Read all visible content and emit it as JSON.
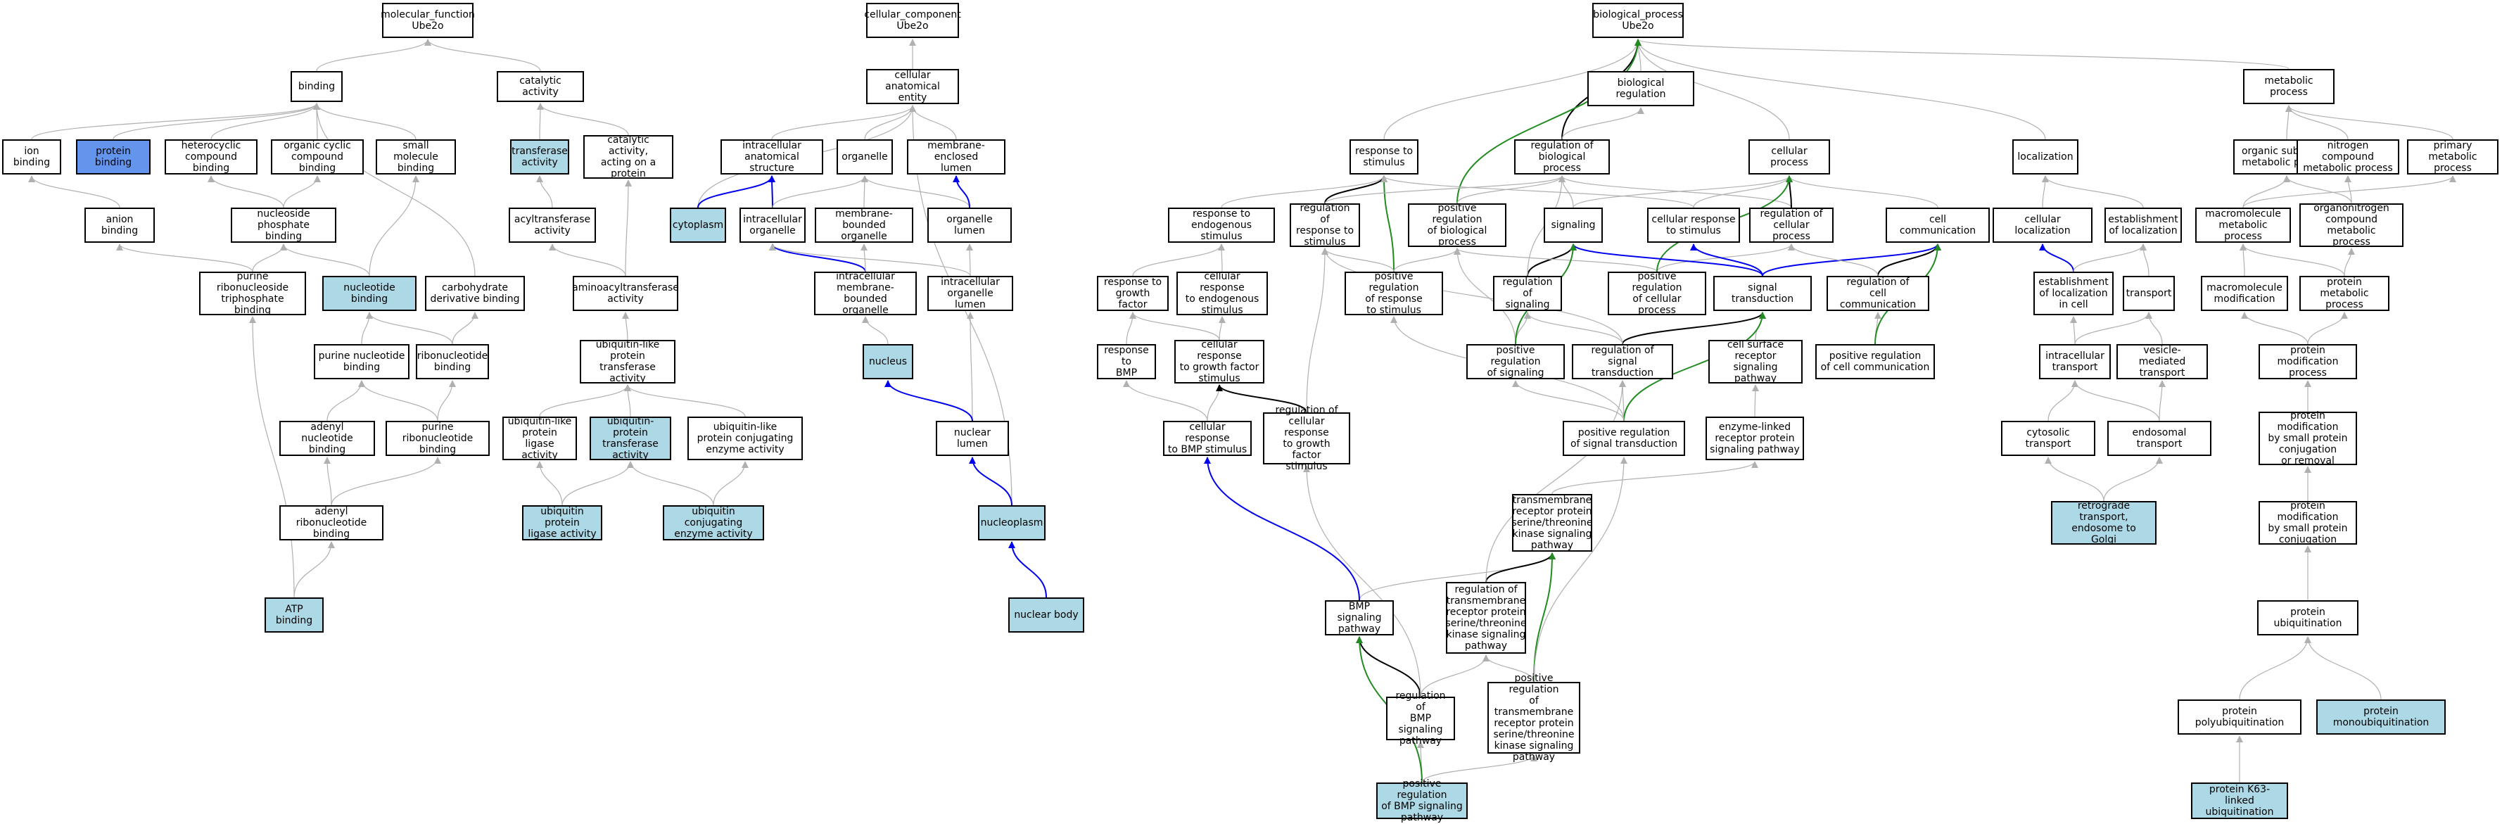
{
  "colors": {
    "light": "#add8e6",
    "blue": "#6495ed",
    "gray_edge": "#b0b0b0",
    "black_edge": "#000000",
    "blue_edge": "#0000ee",
    "green_edge": "#228b22"
  },
  "nodes": {
    "mf": "molecular_function\nUbe2o",
    "cc": "cellular_component\nUbe2o",
    "bp": "biological_process\nUbe2o",
    "binding": "binding",
    "catalytic": "catalytic activity",
    "cae": "cellular anatomical\nentity",
    "ion_binding": "ion binding",
    "protein_binding": "protein binding",
    "heterocyclic": "heterocyclic\ncompound binding",
    "organic_cyclic": "organic cyclic\ncompound binding",
    "small_molecule": "small molecule\nbinding",
    "transferase": "transferase\nactivity",
    "cat_protein": "catalytic activity,\nacting on a\nprotein",
    "intra_anat": "intracellular\nanatomical structure",
    "organelle": "organelle",
    "membrane_enclosed": "membrane-enclosed\nlumen",
    "anion_binding": "anion binding",
    "nucleoside_phos": "nucleoside phosphate\nbinding",
    "acyltransferase": "acyltransferase\nactivity",
    "cytoplasm": "cytoplasm",
    "intra_organelle": "intracellular\norganelle",
    "membrane_bounded": "membrane-bounded\norganelle",
    "organelle_lumen": "organelle lumen",
    "purine_ribo_tp": "purine ribonucleoside\ntriphosphate\nbinding",
    "nucleotide_binding": "nucleotide binding",
    "carbohydrate_deriv": "carbohydrate\nderivative binding",
    "aminoacyl": "aminoacyltransferase\nactivity",
    "intra_mem_bounded": "intracellular\nmembrane-bounded\norganelle",
    "intra_org_lumen": "intracellular\norganelle lumen",
    "purine_nucleotide": "purine nucleotide\nbinding",
    "ribonucleotide": "ribonucleotide\nbinding",
    "ubl_transferase": "ubiquitin-like\nprotein transferase\nactivity",
    "nucleus": "nucleus",
    "adenyl_nucleotide": "adenyl nucleotide\nbinding",
    "purine_ribonucleotide": "purine ribonucleotide\nbinding",
    "ubl_ligase": "ubiquitin-like\nprotein ligase\nactivity",
    "ub_protein_transferase": "ubiquitin-protein\ntransferase\nactivity",
    "ubl_conj_enzyme": "ubiquitin-like\nprotein conjugating\nenzyme activity",
    "nuclear_lumen": "nuclear lumen",
    "adenyl_ribonucleotide": "adenyl ribonucleotide\nbinding",
    "ub_ligase": "ubiquitin protein\nligase activity",
    "ub_conj_enzyme": "ubiquitin conjugating\nenzyme activity",
    "nucleoplasm": "nucleoplasm",
    "atp_binding": "ATP binding",
    "nuclear_body": "nuclear body",
    "bio_reg": "biological regulation",
    "response_stim": "response to\nstimulus",
    "reg_bio": "regulation of\nbiological process",
    "cellular_process": "cellular process",
    "localization": "localization",
    "metabolic": "metabolic process",
    "resp_endo": "response to\nendogenous stimulus",
    "reg_resp_stim": "regulation of\nresponse to\nstimulus",
    "pos_reg_bio": "positive regulation\nof biological\nprocess",
    "signaling": "signaling",
    "cell_resp_stim": "cellular response\nto stimulus",
    "reg_cell_proc": "regulation of\ncellular process",
    "cell_comm": "cell communication",
    "cell_local": "cellular localization",
    "estab_local": "establishment\nof localization",
    "org_subst": "organic substance\nmetabolic process",
    "nitrogen": "nitrogen compound\nmetabolic process",
    "primary_met": "primary metabolic\nprocess",
    "resp_gf": "response to\ngrowth factor",
    "cell_resp_endo": "cellular response\nto endogenous\nstimulus",
    "pos_reg_resp_stim": "positive regulation\nof response\nto stimulus",
    "reg_signaling": "regulation of\nsignaling",
    "pos_reg_cell_proc": "positive regulation\nof cellular\nprocess",
    "signal_trans": "signal transduction",
    "reg_cell_comm": "regulation of\ncell communication",
    "estab_local_cell": "establishment\nof localization\nin cell",
    "transport": "transport",
    "macromolecule": "macromolecule\nmetabolic process",
    "organonitrogen": "organonitrogen\ncompound metabolic\nprocess",
    "resp_bmp": "response to\nBMP",
    "cell_resp_gf": "cellular response\nto growth factor\nstimulus",
    "pos_reg_signaling": "positive regulation\nof signaling",
    "reg_sig_trans": "regulation of\nsignal transduction",
    "cell_surface": "cell surface\nreceptor signaling\npathway",
    "pos_reg_cell_comm": "positive regulation\nof cell communication",
    "intracellular_transport": "intracellular\ntransport",
    "vesicle_transport": "vesicle-mediated\ntransport",
    "macro_mod": "macromolecule\nmodification",
    "protein_met": "protein metabolic\nprocess",
    "cell_resp_bmp": "cellular response\nto BMP stimulus",
    "reg_cell_resp_gf": "regulation of\ncellular response\nto growth factor\nstimulus",
    "pos_reg_sig_trans": "positive regulation\nof signal transduction",
    "enzyme_linked": "enzyme-linked\nreceptor protein\nsignaling pathway",
    "cytosolic_transport": "cytosolic transport",
    "endosomal_transport": "endosomal transport",
    "protein_mod_process": "protein modification\nprocess",
    "tmr_pathway": "transmembrane\nreceptor protein\nserine/threonine\nkinase signaling\npathway",
    "retrograde": "retrograde transport,\nendosome to\nGolgi",
    "protein_mod_small": "protein modification\nby small protein\nconjugation\nor removal",
    "bmp_pathway": "BMP signaling\npathway",
    "reg_tmr": "regulation of\ntransmembrane\nreceptor protein\nserine/threonine\nkinase signaling\npathway",
    "protein_mod_conj": "protein modification\nby small protein\nconjugation",
    "protein_ubiq": "protein ubiquitination",
    "reg_bmp": "regulation of\nBMP signaling\npathway",
    "pos_reg_tmr": "positive regulation\nof transmembrane\nreceptor protein\nserine/threonine\nkinase signaling\npathway",
    "protein_polyubiq": "protein polyubiquitination",
    "protein_monoubiq": "protein monoubiquitination",
    "pos_reg_bmp": "positive regulation\nof BMP signaling\npathway",
    "k63": "protein K63-linked\nubiquitination"
  }
}
